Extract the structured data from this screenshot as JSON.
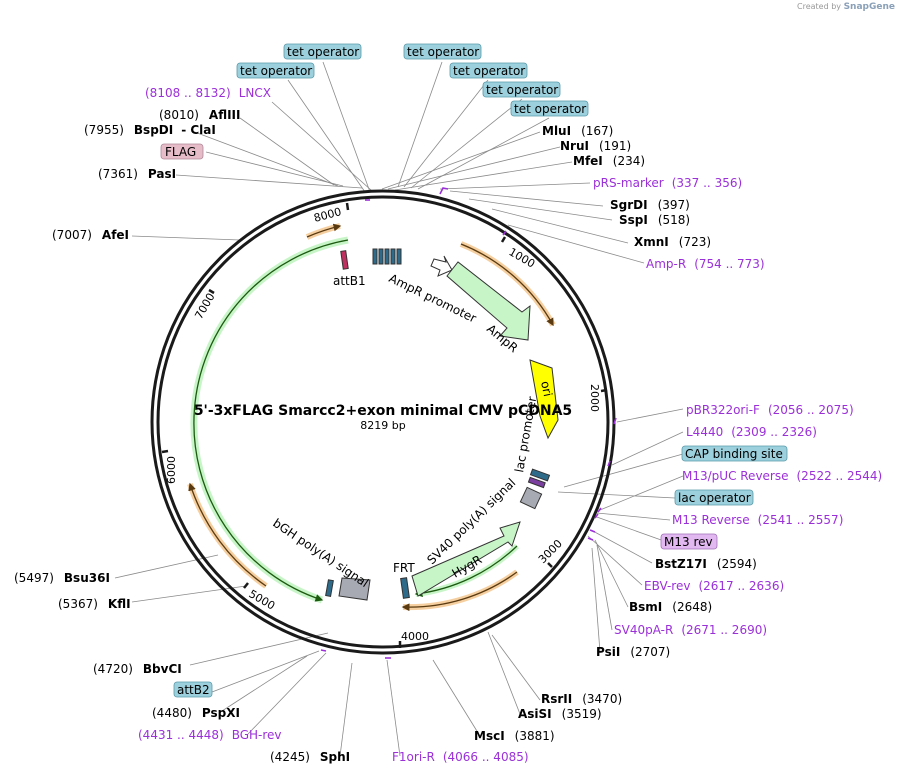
{
  "credit": {
    "prefix": "Created by",
    "brand": "SnapGene"
  },
  "plasmid": {
    "name": "5'-3xFLAG Smarcc2+exon minimal CMV pCDNA5",
    "size": "8219 bp"
  },
  "ticks": [
    "1000",
    "2000",
    "3000",
    "4000",
    "5000",
    "6000",
    "7000",
    "8000"
  ],
  "enzymes": [
    {
      "name": "MluI",
      "pos": "(167)"
    },
    {
      "name": "NruI",
      "pos": "(191)"
    },
    {
      "name": "MfeI",
      "pos": "(234)"
    },
    {
      "name": "SgrDI",
      "pos": "(397)"
    },
    {
      "name": "SspI",
      "pos": "(518)"
    },
    {
      "name": "XmnI",
      "pos": "(723)"
    },
    {
      "name": "BstZ17I",
      "pos": "(2594)"
    },
    {
      "name": "BsmI",
      "pos": "(2648)"
    },
    {
      "name": "PsiI",
      "pos": "(2707)"
    },
    {
      "name": "RsrII",
      "pos": "(3470)"
    },
    {
      "name": "AsiSI",
      "pos": "(3519)"
    },
    {
      "name": "MscI",
      "pos": "(3881)"
    },
    {
      "name": "SphI",
      "pos": "(4245)"
    },
    {
      "name": "PspXI",
      "pos": "(4480)"
    },
    {
      "name": "BbvCI",
      "pos": "(4720)"
    },
    {
      "name": "KflI",
      "pos": "(5367)"
    },
    {
      "name": "Bsu36I",
      "pos": "(5497)"
    },
    {
      "name": "AfeI",
      "pos": "(7007)"
    },
    {
      "name": "PasI",
      "pos": "(7361)"
    },
    {
      "name": "BspDI",
      "pos": "(7955)",
      "alt": "- ClaI"
    },
    {
      "name": "AflIII",
      "pos": "(8010)"
    }
  ],
  "primers": [
    {
      "name": "pRS-marker",
      "range": "(337 .. 356)"
    },
    {
      "name": "Amp-R",
      "range": "(754 .. 773)"
    },
    {
      "name": "pBR322ori-F",
      "range": "(2056 .. 2075)"
    },
    {
      "name": "L4440",
      "range": "(2309 .. 2326)"
    },
    {
      "name": "M13/pUC Reverse",
      "range": "(2522 .. 2544)"
    },
    {
      "name": "M13 Reverse",
      "range": "(2541 .. 2557)"
    },
    {
      "name": "EBV-rev",
      "range": "(2617 .. 2636)"
    },
    {
      "name": "SV40pA-R",
      "range": "(2671 .. 2690)"
    },
    {
      "name": "F1ori-R",
      "range": "(4066 .. 4085)"
    },
    {
      "name": "BGH-rev",
      "range": "(4431 .. 4448)"
    },
    {
      "name": "LNCX",
      "range": "(8108 .. 8132)"
    }
  ],
  "boxed_labels": {
    "tet": "tet operator",
    "cap": "CAP binding site",
    "lac_op": "lac operator",
    "m13rev": "M13 rev",
    "attb2": "attB2",
    "flag": "FLAG"
  },
  "features": {
    "attb1": "attB1",
    "ampr_promoter": "AmpR promoter",
    "ampr": "AmpR",
    "ori": "ori",
    "lac_promoter": "lac promoter",
    "sv40": "SV40 poly(A) signal",
    "hygr": "HygR",
    "frt": "FRT",
    "bgh": "bGH poly(A) signal"
  },
  "colors": {
    "backbone": "#1a1a1a",
    "enzyme_line": "#7f7f7f",
    "primer": "#9b30d9",
    "feature_green": "#c8f5c8",
    "ori_yellow": "#ffff00",
    "orf_orange": "#f5cfa0",
    "tet_box": "#9cd0dc",
    "flag_box": "#e6bcc8",
    "m13_box": "#e2b8f0"
  }
}
